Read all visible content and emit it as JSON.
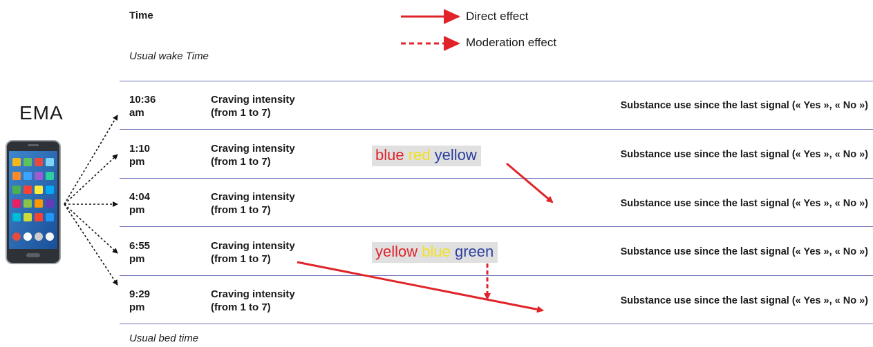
{
  "header": {
    "time_label": "Time",
    "wake_label": "Usual wake Time",
    "bed_label": "Usual bed time"
  },
  "ema_label": "EMA",
  "legend": [
    {
      "label": "Direct effect",
      "style": "solid"
    },
    {
      "label": "Moderation effect",
      "style": "dashed"
    }
  ],
  "colors": {
    "arrow": "#e0242a",
    "rule": "#6b6fb8",
    "word_bg": "#e0e0e0",
    "blue": "#2a3f9e",
    "red": "#e0242a",
    "yellow": "#f2e01c",
    "green": "#2a9e3f"
  },
  "rows": [
    {
      "time": "10:36\nam",
      "craving_line1": "Craving intensity",
      "craving_line2": "(from 1 to 7)",
      "substance": "Substance use since the last signal (« Yes », « No »)"
    },
    {
      "time": "1:10\npm",
      "craving_line1": "Craving intensity",
      "craving_line2": "(from 1 to 7)",
      "substance": "Substance use since the last signal (« Yes », « No »)"
    },
    {
      "time": "4:04\npm",
      "craving_line1": "Craving intensity",
      "craving_line2": "(from 1 to 7)",
      "substance": "Substance use since the last signal (« Yes », « No »)"
    },
    {
      "time": "6:55\npm",
      "craving_line1": "Craving intensity",
      "craving_line2": "(from 1 to 7)",
      "substance": "Substance use since the last signal (« Yes », « No »)"
    },
    {
      "time": "9:29\npm",
      "craving_line1": "Craving intensity",
      "craving_line2": "(from 1 to 7)",
      "substance": "Substance use since the last signal (« Yes », « No »)"
    }
  ],
  "stroop_1": [
    {
      "word": "blue",
      "color": "red"
    },
    {
      "word": "red",
      "color": "yellow"
    },
    {
      "word": "yellow",
      "color": "blue"
    }
  ],
  "stroop_2": [
    {
      "word": "yellow",
      "color": "red"
    },
    {
      "word": "blue",
      "color": "yellow"
    },
    {
      "word": "green",
      "color": "blue"
    }
  ]
}
